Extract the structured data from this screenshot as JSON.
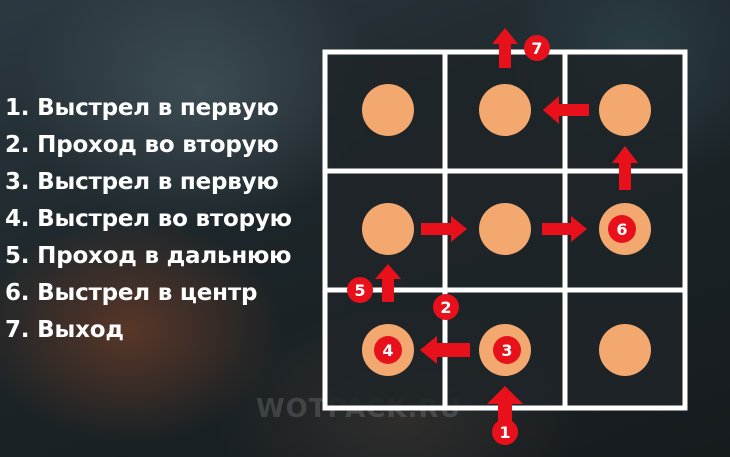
{
  "steps": [
    "1. Выстрел в первую",
    "2. Проход во вторую",
    "3. Выстрел в первую",
    "4. Выстрел во вторую",
    "5. Проход в дальнюю",
    "6. Выстрел в центр",
    "7. Выход"
  ],
  "markers": [
    "1",
    "2",
    "3",
    "4",
    "5",
    "6",
    "7"
  ],
  "watermark": "WOTPACK.RU",
  "colors": {
    "grid_line": "#ffffff",
    "cell_fill": "#1e2428",
    "target": "#f2a86e",
    "arrow": "#e8111b",
    "marker": "#e8111b",
    "text": "#ffffff"
  }
}
